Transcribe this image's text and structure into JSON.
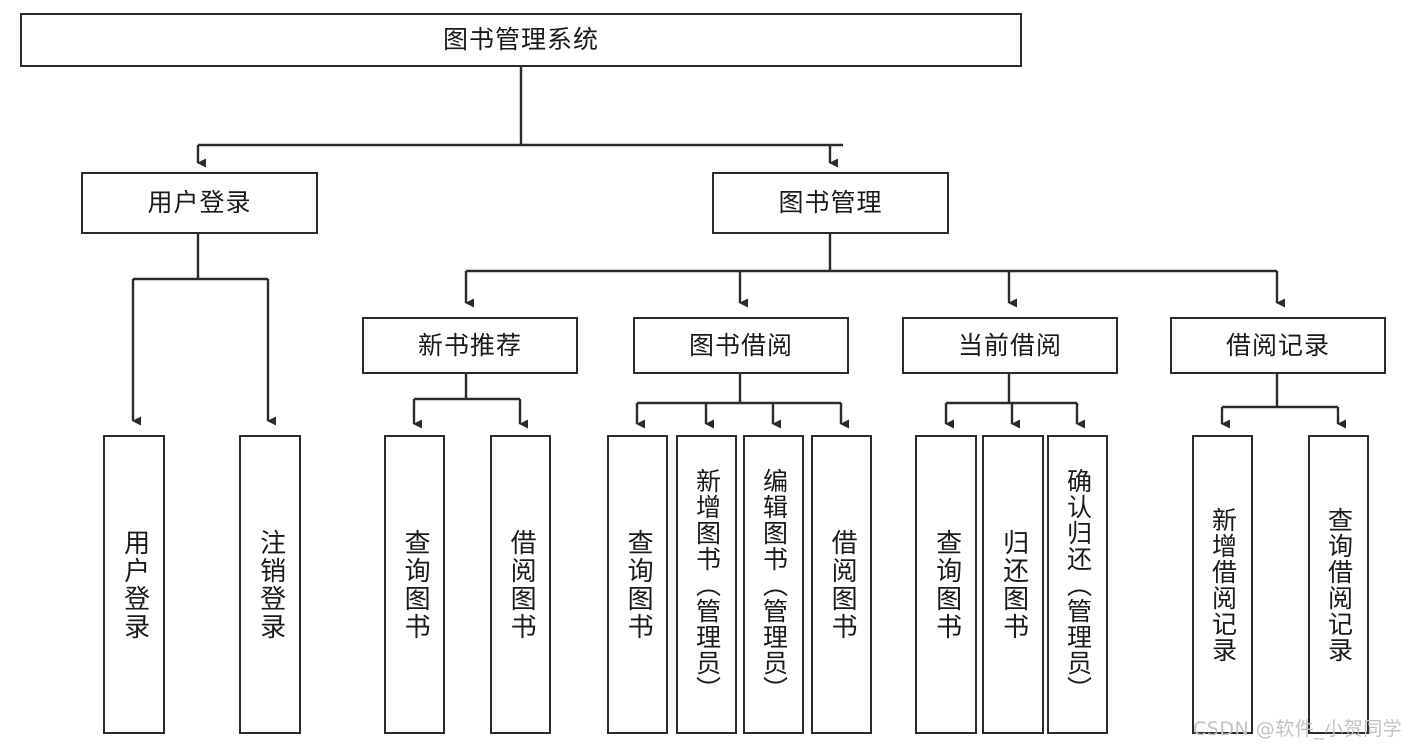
{
  "diagram": {
    "type": "tree-hierarchy-diagram",
    "title": "图书管理系统",
    "line_color": "#2b2b2b",
    "box_fill": "#ffffff",
    "text_color": "#1a1a1a",
    "root": {
      "label": "图书管理系统"
    },
    "level2": [
      {
        "label": "用户登录"
      },
      {
        "label": "图书管理"
      }
    ],
    "level3": [
      {
        "label": "新书推荐"
      },
      {
        "label": "图书借阅"
      },
      {
        "label": "当前借阅"
      },
      {
        "label": "借阅记录"
      }
    ],
    "leaves": {
      "user_login": [
        {
          "label": "用户登录"
        },
        {
          "label": "注销登录"
        }
      ],
      "new_book_recommend": [
        {
          "label": "查询图书"
        },
        {
          "label": "借阅图书"
        }
      ],
      "book_borrow": [
        {
          "label": "查询图书"
        },
        {
          "label": "新增图书（管理员）"
        },
        {
          "label": "编辑图书（管理员）"
        },
        {
          "label": "借阅图书"
        }
      ],
      "current_borrow": [
        {
          "label": "查询图书"
        },
        {
          "label": "归还图书"
        },
        {
          "label": "确认归还（管理员）"
        }
      ],
      "borrow_record": [
        {
          "label": "新增借阅记录"
        },
        {
          "label": "查询借阅记录"
        }
      ]
    }
  },
  "watermark": {
    "text": "CSDN @软件_小贺同学"
  }
}
